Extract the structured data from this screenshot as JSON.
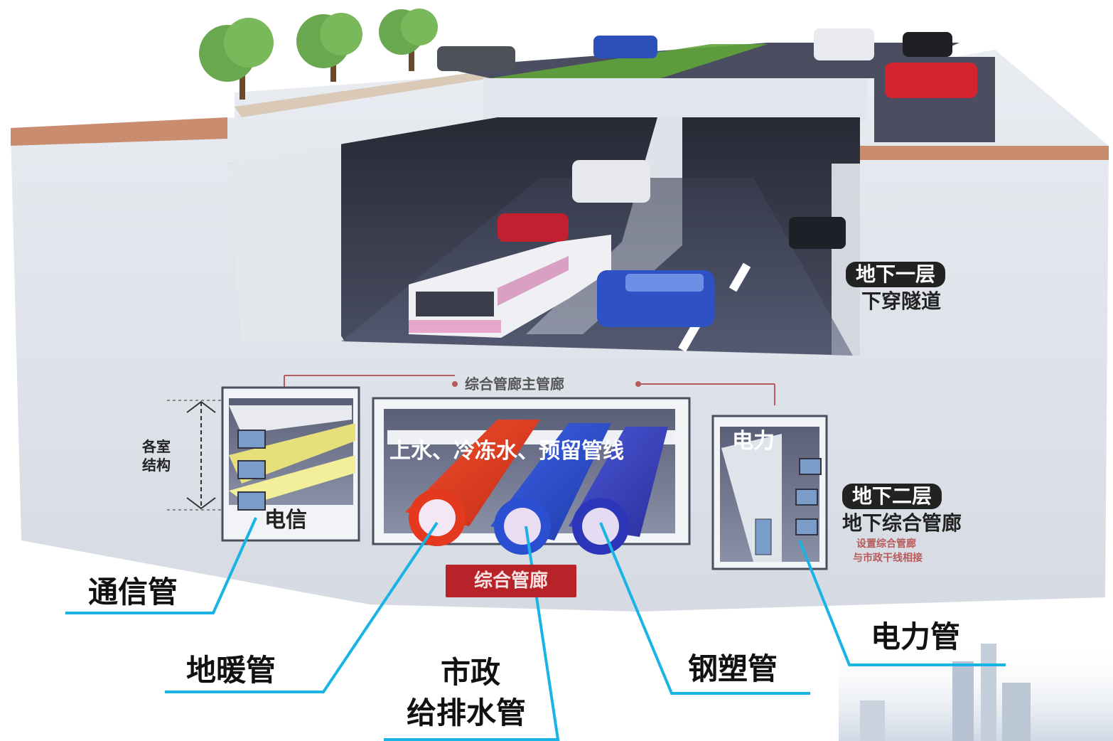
{
  "diagram": {
    "header_tag": "综合管廊主管廊",
    "level_one": {
      "badge": "地下一层",
      "sub": "下穿隧道"
    },
    "level_two": {
      "badge": "地下二层",
      "sub": "地下综合管廊",
      "note_line1": "设置综合管廊",
      "note_line2": "与市政干线相接"
    },
    "chamber_label_line1": "各室",
    "chamber_label_line2": "结构",
    "compartment_telecom": "电信",
    "compartment_water": "上水、冷冻水、预留管线",
    "compartment_power": "电力",
    "bottom_tag": "综合管廊",
    "callouts": {
      "telecom_pipe": "通信管",
      "heating_pipe": "地暖管",
      "municipal_line1": "市政",
      "municipal_line2": "给排水管",
      "steel_plastic_pipe": "钢塑管",
      "power_pipe": "电力管"
    },
    "colors": {
      "callout_line": "#19b3e6",
      "red_pipe": "#e5391f",
      "blue_pipe": "#2a4fd0",
      "tag_red": "#b8232a"
    }
  }
}
